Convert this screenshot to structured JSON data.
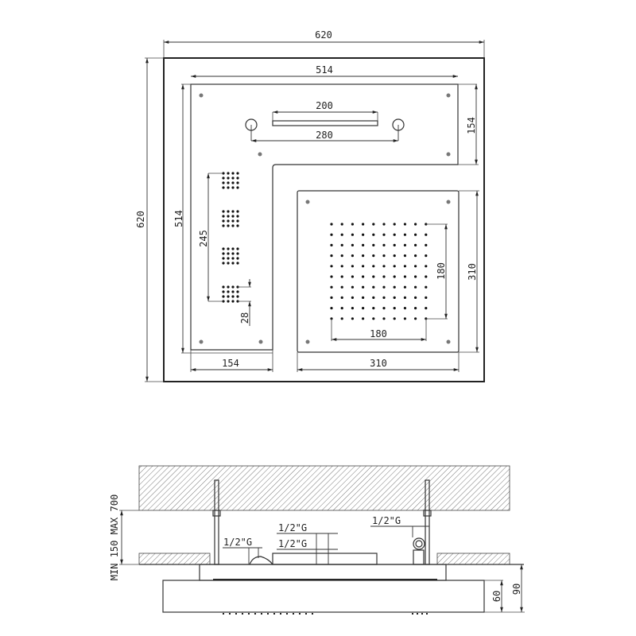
{
  "plan_view": {
    "dimensions": {
      "outer_width": "620",
      "outer_height": "620",
      "inner_width": "514",
      "inner_height": "514",
      "waterfall_blade": "200",
      "inlet_spacing": "280",
      "top_strip_height": "154",
      "side_strip_width": "154",
      "nozzle_group_span": "245",
      "nozzle_group_size": "28",
      "rain_panel_width": "310",
      "rain_panel_height": "310",
      "nozzle_grid_width": "180",
      "nozzle_grid_height": "180"
    }
  },
  "section_view": {
    "labels": {
      "ceiling_gap": "MIN 150 MAX 700",
      "thread_1": "1/2\"G",
      "thread_2": "1/2\"G",
      "thread_3": "1/2\"G",
      "thread_4": "1/2\"G",
      "panel_height": "60",
      "total_height": "90"
    }
  },
  "colors": {
    "line": "#333333",
    "background": "#ffffff"
  }
}
